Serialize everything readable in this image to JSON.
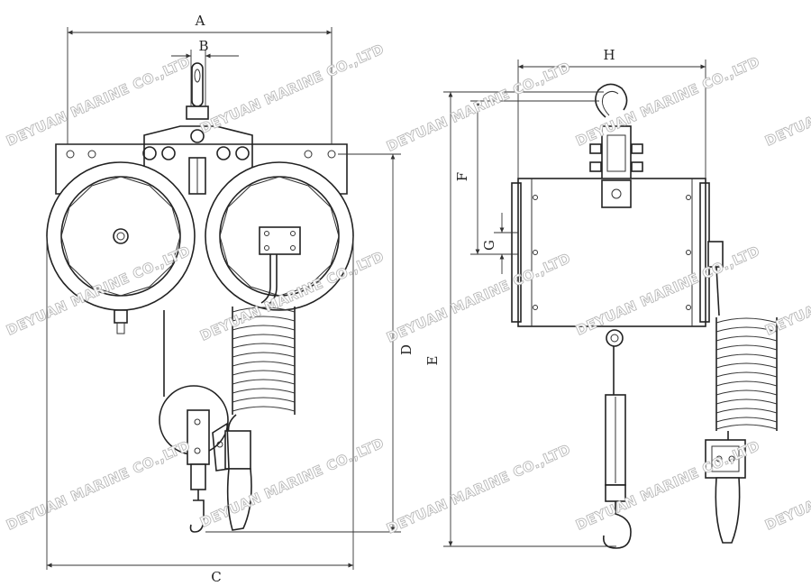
{
  "dimension_labels": {
    "A": "A",
    "B": "B",
    "C": "C",
    "D": "D",
    "E": "E",
    "F": "F",
    "G": "G",
    "H": "H"
  },
  "watermark": {
    "text": "DEYUAN MARINE CO.,LTD",
    "text_partial": "DEYUAN"
  }
}
